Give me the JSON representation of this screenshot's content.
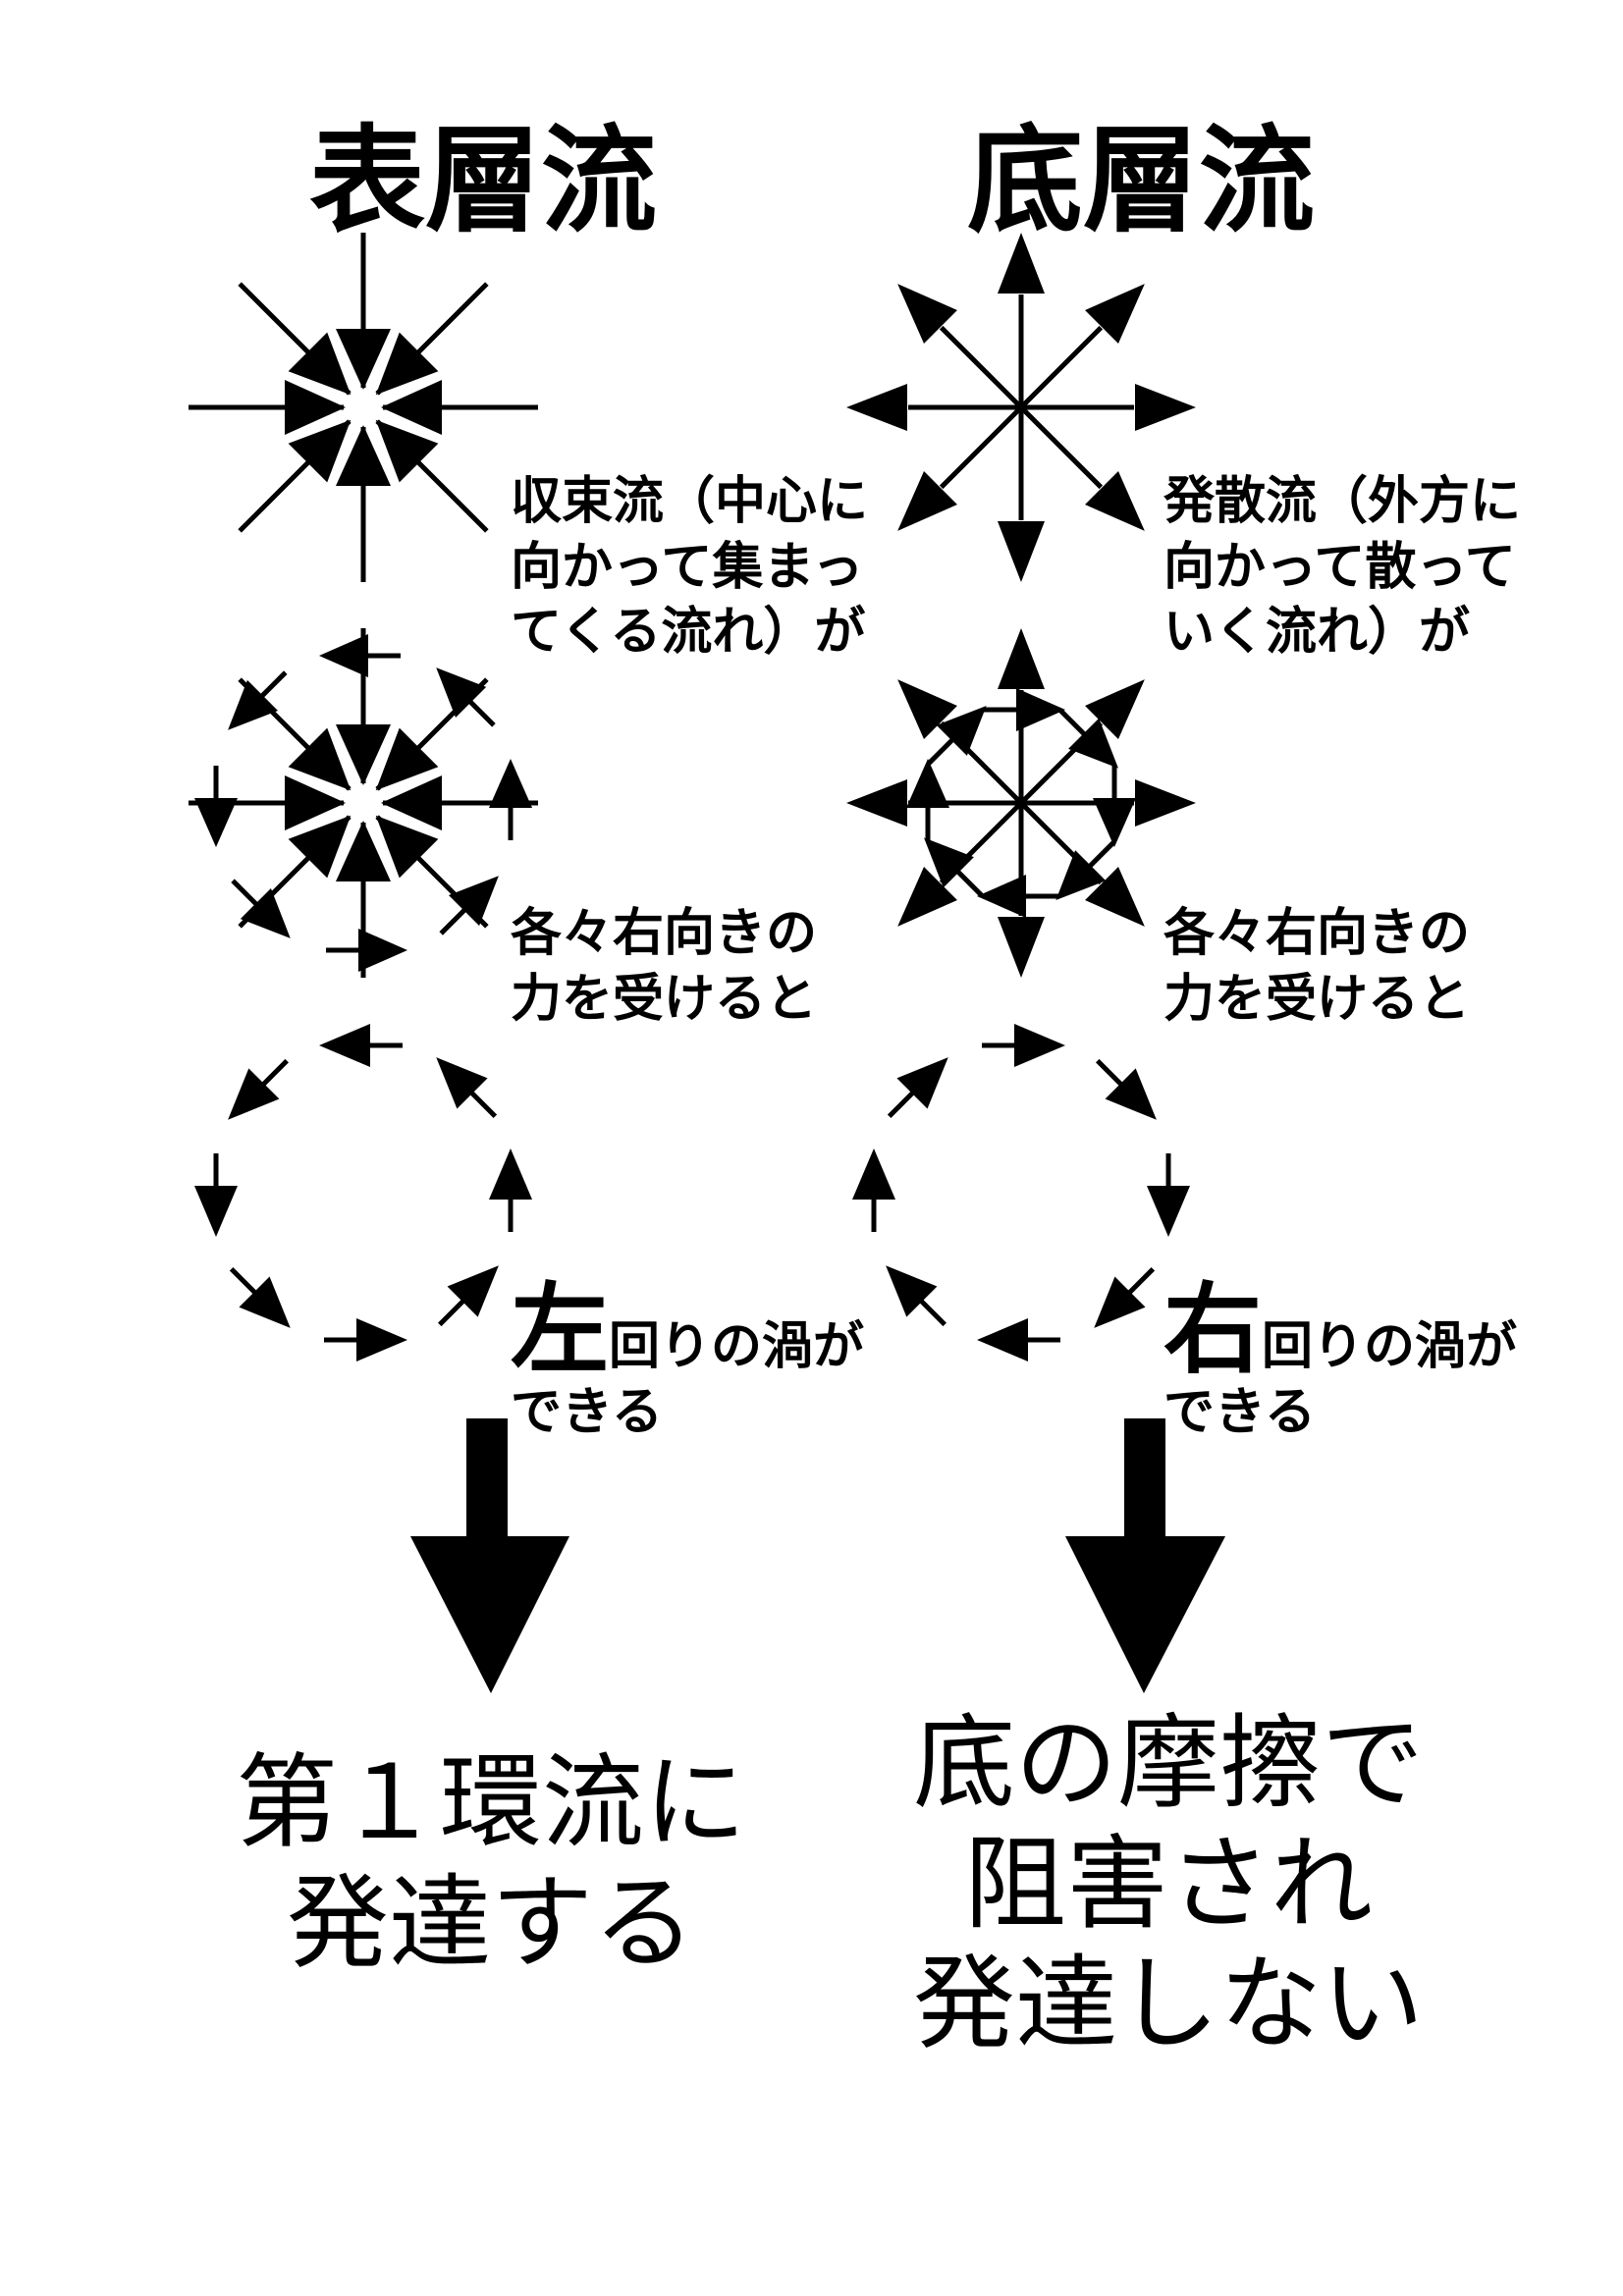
{
  "left": {
    "title": "表層流",
    "caption1": [
      "収束流（中心に",
      "向かって集まっ",
      "てくる流れ）が"
    ],
    "caption2": [
      "各々右向きの",
      "力を受けると"
    ],
    "caption3_big": "左",
    "caption3_line1": "回りの渦が",
    "caption3_line2": "できる",
    "result": [
      "第１環流に",
      "発達する"
    ]
  },
  "right": {
    "title": "底層流",
    "caption1": [
      "発散流（外方に",
      "向かって散って",
      "いく流れ）が"
    ],
    "caption2": [
      "各々右向きの",
      "力を受けると"
    ],
    "caption3_big": "右",
    "caption3_line1": "回りの渦が",
    "caption3_line2": "できる",
    "result": [
      "底の摩擦で",
      "阻害され",
      "発達しない"
    ]
  }
}
